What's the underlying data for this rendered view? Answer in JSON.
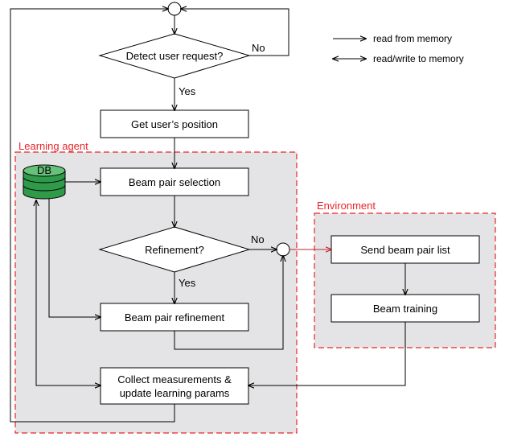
{
  "legend": {
    "read": "read from memory",
    "read_write": "read/write to memory"
  },
  "regions": {
    "learning_agent": "Learning agent",
    "environment": "Environment"
  },
  "nodes": {
    "detect": "Detect user request?",
    "get_position": "Get user’s position",
    "db": "DB",
    "beam_selection": "Beam pair selection",
    "refinement": "Refinement?",
    "beam_refinement": "Beam pair refinement",
    "collect_line1": "Collect measurements &",
    "collect_line2": "update learning params",
    "send_list": "Send beam pair list",
    "beam_training": "Beam training"
  },
  "edge_labels": {
    "detect_no": "No",
    "detect_yes": "Yes",
    "refine_no": "No",
    "refine_yes": "Yes"
  },
  "colors": {
    "region_border": "#e8262b",
    "region_fill": "#e4e4e6",
    "db_fill": "#2e9a4a",
    "db_top": "#66c27a",
    "arrow_to_env": "#c0272d"
  }
}
